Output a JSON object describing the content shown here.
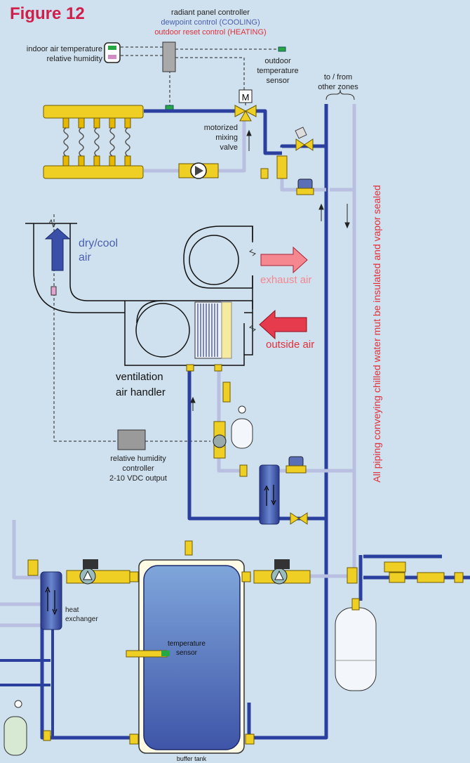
{
  "figure": {
    "title": "Figure 12"
  },
  "controller": {
    "line1": "radiant panel controller",
    "line2": "dewpoint control (COOLING)",
    "line3": "outdoor reset control (HEATING)"
  },
  "sensors": {
    "indoor_line1": "indoor air temperature",
    "indoor_line2": "relative humidity",
    "outdoor_line1": "outdoor",
    "outdoor_line2": "temperature",
    "outdoor_line3": "sensor"
  },
  "zones": {
    "line1": "to / from",
    "line2": "other zones"
  },
  "valve": {
    "letter": "M",
    "line1": "motorized",
    "line2": "mixing",
    "line3": "valve"
  },
  "air": {
    "dry_line1": "dry/cool",
    "dry_line2": "air",
    "exhaust": "exhaust air",
    "outside": "outside air",
    "ahu_line1": "ventilation",
    "ahu_line2": "air handler"
  },
  "humidity_ctrl": {
    "line1": "relative humidity",
    "line2": "controller",
    "line3": "2-10 VDC output"
  },
  "hx": {
    "line1": "heat",
    "line2": "exchanger"
  },
  "tank": {
    "sensor_line1": "temperature",
    "sensor_line2": "sensor",
    "label": "buffer tank"
  },
  "note": "All piping conveying chilled water mut be insulated and vapor sealed",
  "colors": {
    "title": "#d01e4b",
    "dewpoint": "#4a5fb0",
    "outdoor_reset": "#e0303a",
    "supply_pipe": "#2b3f9e",
    "return_pipe": "#b9bfe0",
    "brass": "#f0cf24",
    "exhaust_arrow": "#f4878f",
    "outside_arrow": "#e63a4d",
    "background": "#cfe0ee"
  }
}
